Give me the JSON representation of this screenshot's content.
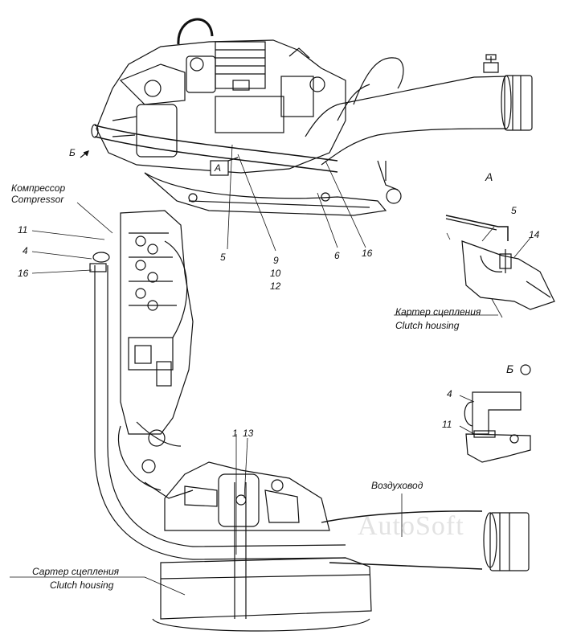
{
  "labels": {
    "compressor_ru": "Компрессор",
    "compressor_en": "Compressor",
    "clutch_housing_ru_right": "Картер сцепления",
    "clutch_housing_en_right": "Clutch housing",
    "clutch_housing_ru_left": "Сартер сцепления",
    "clutch_housing_en_left": "Clutch housing",
    "air_duct": "Воздуховод",
    "view_a_title": "А",
    "view_b_title": "Б",
    "view_a_marker": "А",
    "view_b_marker": "Б",
    "watermark": "AutoSoft"
  },
  "callouts": {
    "top_5": "5",
    "top_9": "9",
    "top_10": "10",
    "top_12": "12",
    "top_6": "6",
    "top_16": "16",
    "left_11": "11",
    "left_4": "4",
    "left_16": "16",
    "a_5": "5",
    "a_14": "14",
    "b_4": "4",
    "b_11": "11",
    "bottom_1": "1",
    "bottom_13": "13"
  },
  "colors": {
    "line": "#111111",
    "watermark": "#dcdcdc"
  }
}
